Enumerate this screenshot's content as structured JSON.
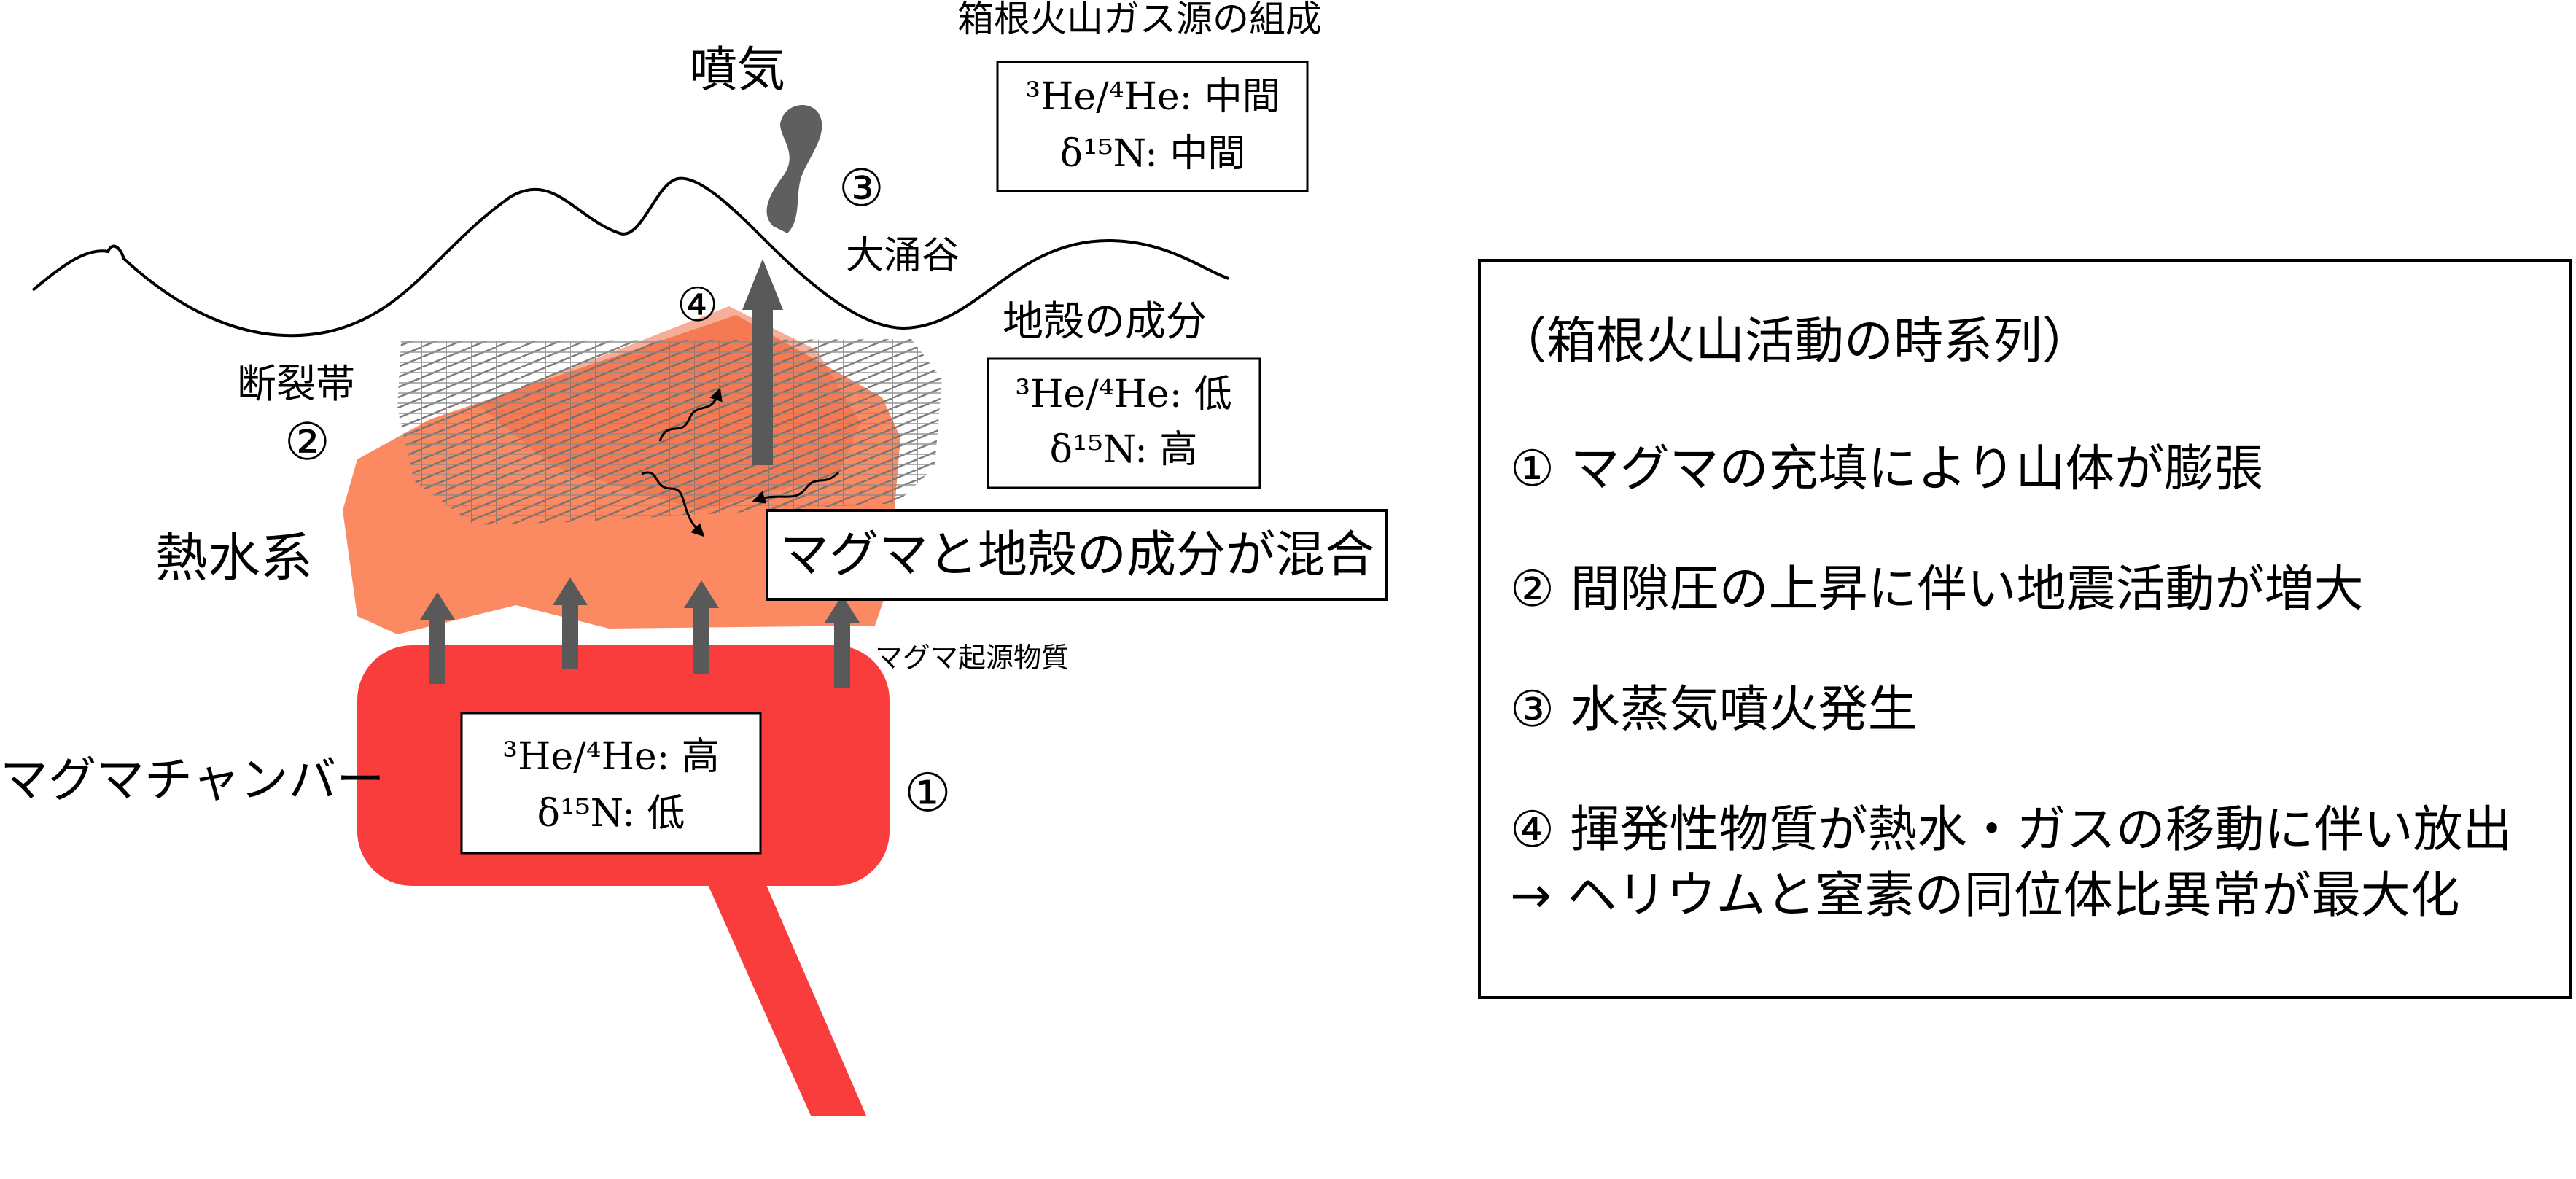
{
  "labels": {
    "fumarole": "噴気",
    "gas_source_title": "箱根火山ガス源の組成",
    "gas_source_he": "³He/⁴He: 中間",
    "gas_source_n": "δ¹⁵N: 中間",
    "marker_3": "③",
    "owakudani": "大涌谷",
    "marker_4": "④",
    "crust_title": "地殻の成分",
    "crust_he": "³He/⁴He: 低",
    "crust_n": "δ¹⁵N: 高",
    "fault_zone": "断裂帯",
    "marker_2": "②",
    "hydrothermal": "熱水系",
    "mixing": "マグマと地殻の成分が混合",
    "magmatic_material": "マグマ起源物質",
    "magma_chamber": "マグマチャンバー",
    "magma_he": "³He/⁴He: 高",
    "magma_n": "δ¹⁵N: 低",
    "marker_1": "①"
  },
  "timeline": {
    "title": "（箱根火山活動の時系列）",
    "items": [
      "① マグマの充填により山体が膨張",
      "② 間隙圧の上昇に伴い地震活動が増大",
      "③ 水蒸気噴火発生",
      "④ 揮発性物質が熱水・ガスの移動に伴い放出",
      "→ ヘリウムと窒素の同位体比異常が最大化"
    ]
  },
  "colors": {
    "magma": "#f93c3c",
    "hydrothermal": "#fb8a63",
    "arrow": "#595959",
    "plume": "#5f5f5f",
    "hatch": "#777777"
  }
}
